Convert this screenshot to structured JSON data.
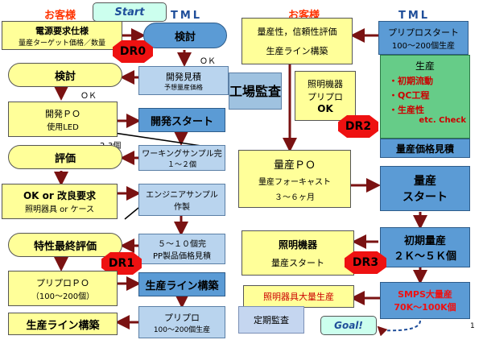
{
  "headers": {
    "customer_left": "お客様",
    "tml_left": "TML",
    "customer_right": "お客様",
    "tml_right": "TML"
  },
  "start_label": "Start",
  "goal_label": "Goal!",
  "page_number": "1",
  "left": {
    "power_spec": "電源要求仕様",
    "power_spec_sub": "量産ターゲット価格／数量",
    "review_tml": "検討",
    "dr0": "DR0",
    "ok1": "ＯＫ",
    "review_customer": "検討",
    "dev_estimate": "開発見積",
    "dev_estimate_sub": "予想量産価格",
    "ok2": "ＯＫ",
    "dev_po": "開発ＰＯ",
    "dev_po_sub": "使用LED",
    "dev_start": "開発スタート",
    "qty_note": "2-3個",
    "eval": "評価",
    "working_sample": "ワーキングサンプル完",
    "working_sample_sub": "１～２個",
    "ok_or_improve": "OK or 改良要求",
    "ok_or_improve_sub": "照明器具 or ケース",
    "eng_sample": "エンジニアサンプル",
    "eng_sample_sub": "作製",
    "final_eval": "特性最終評価",
    "dr1": "DR1",
    "pp_qty": "５～１０個完",
    "pp_price": "PP製品価格見積",
    "pre_pro_po": "プリプロＰＯ",
    "pre_pro_po_sub": "（100～200個）",
    "line_build_tml": "生産ライン構築",
    "line_build_customer": "生産ライン構築",
    "pre_pro": "プリプロ",
    "pre_pro_sub": "100～200個生産"
  },
  "right": {
    "mass_eval": "量産性，信頼性評価",
    "line_build": "生産ライン構築",
    "pre_pro_start": "プリプロスタート",
    "pre_pro_start_sub": "100～200個生産",
    "factory_audit": "工場監査",
    "lighting_prepro": "照明機器",
    "lighting_prepro2": "プリプロ",
    "lighting_ok": "OK",
    "dr2": "DR2",
    "production": "生産",
    "production_items": [
      "・初期流動",
      "・QC工程",
      "・生産性"
    ],
    "etc_check": "etc. Check",
    "mass_price": "量産価格見積",
    "mass_po": "量産ＰＯ",
    "mass_forecast": "量産フォーキャスト",
    "mass_forecast_sub": "３～６ヶ月",
    "mass_start": "量産",
    "mass_start2": "スタート",
    "lighting_equip": "照明機器",
    "lighting_mass_start": "量産スタート",
    "dr3": "DR3",
    "initial_mass": "初期量産",
    "initial_mass_qty": "２Ｋ～５Ｋ個",
    "lighting_mass_prod": "照明器具大量生産",
    "smps_mass": "SMPS大量産",
    "smps_qty": "70K～100K個",
    "periodic_audit": "定期監査"
  }
}
